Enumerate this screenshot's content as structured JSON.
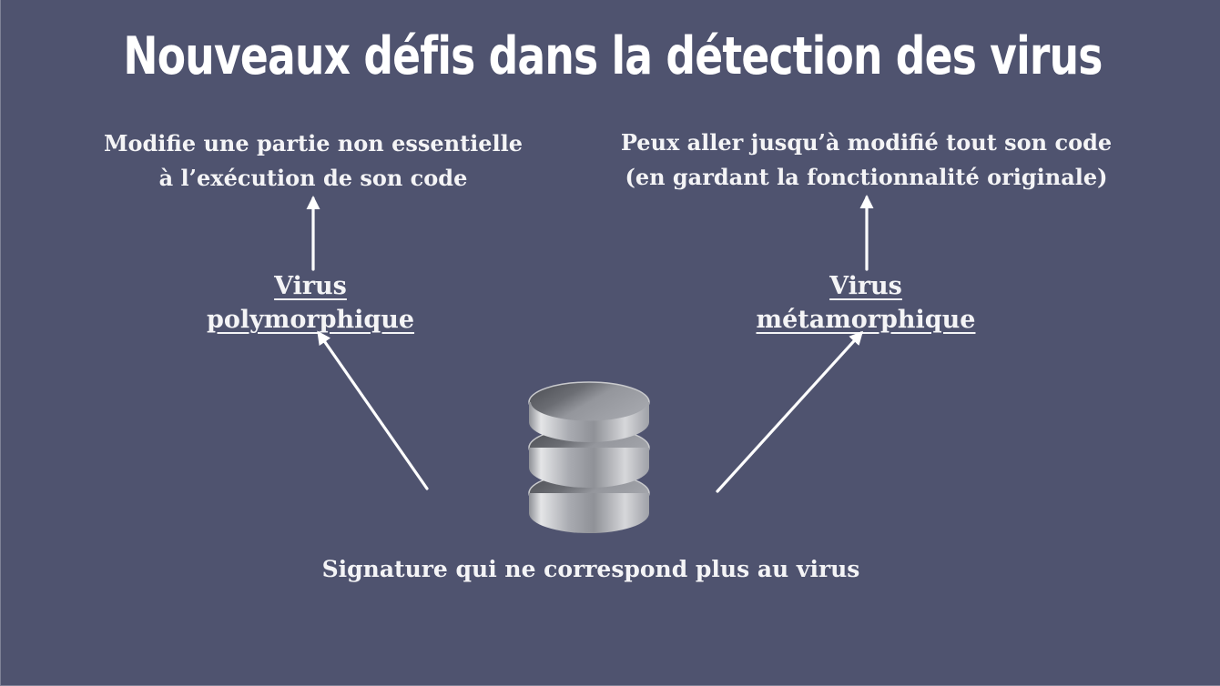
{
  "colors": {
    "background": "#4f536f",
    "text": "#f4f4f6",
    "arrow": "#ffffff"
  },
  "title": {
    "text": "Nouveaux défis dans la détection des virus"
  },
  "notes": {
    "polymorphic_note": "Modifie une partie non essentielle à l’exécution de son code",
    "metamorphic_note": "Peux aller jusqu’à modifié tout son code (en gardant la fonctionnalité originale)"
  },
  "labels": {
    "polymorphic": "Virus polymorphique",
    "metamorphic_line1": "Virus",
    "metamorphic_line2": "métamorphique",
    "signature": "Signature qui ne correspond plus au virus"
  },
  "icons": {
    "database": "database-cylinder-icon"
  }
}
